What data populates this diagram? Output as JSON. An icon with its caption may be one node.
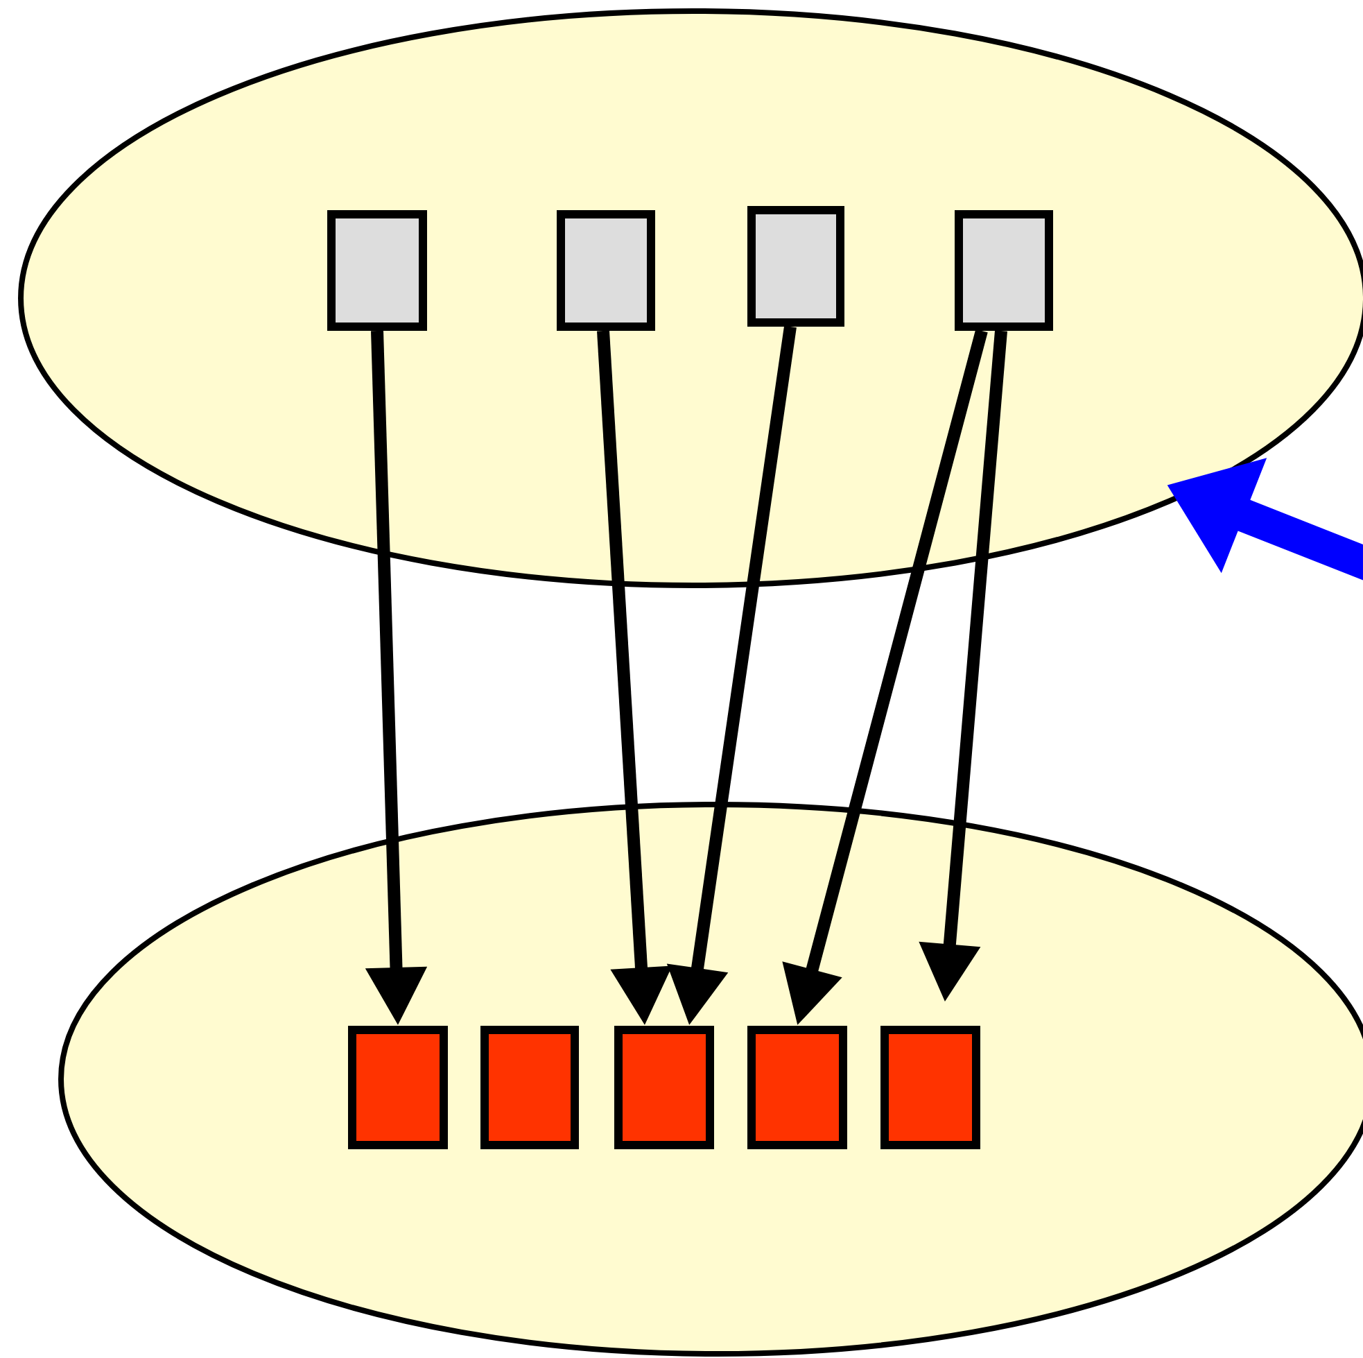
{
  "diagram": {
    "nodes": [
      {
        "text": [],
        "shape": "ellipse"
      },
      {
        "text": [],
        "shape": "box",
        "in": 0
      },
      {
        "text": [],
        "shape": "box",
        "in": 0
      },
      {
        "text": [],
        "shape": "box",
        "in": 0
      },
      {
        "text": [],
        "shape": "box",
        "in": 0
      },
      {
        "text": [],
        "shape": "ellipse"
      },
      {
        "text": [],
        "shape": "box",
        "in": 5
      },
      {
        "text": [],
        "shape": "box",
        "in": 5
      },
      {
        "text": [],
        "shape": "box",
        "in": 5
      },
      {
        "text": [],
        "shape": "box",
        "in": 5
      },
      {
        "text": [],
        "shape": "box",
        "in": 5
      }
    ],
    "edges": [
      {
        "from": 1,
        "to": 6,
        "arrow": "to"
      },
      {
        "from": 2,
        "to": 8,
        "arrow": "to"
      },
      {
        "from": 3,
        "to": 8,
        "arrow": "to"
      },
      {
        "from": 4,
        "to": 9,
        "arrow": "to"
      },
      {
        "from": 4,
        "to": 10,
        "arrow": "to"
      },
      {
        "from": null,
        "to": 0,
        "arrow": "to",
        "style": "thick",
        "color": "#0000ff"
      }
    ]
  }
}
